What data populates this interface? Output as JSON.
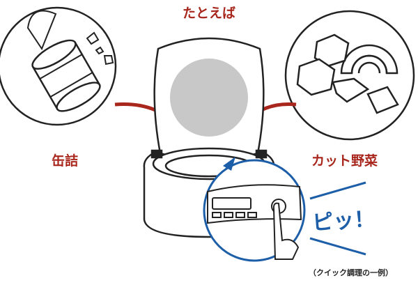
{
  "labels": {
    "example": "たとえば",
    "canned": "缶詰",
    "cut_vegetables": "カット野菜",
    "beep": "ピッ！",
    "caption": "（クイック調理の一例）"
  },
  "colors": {
    "accent_red": "#a8261c",
    "accent_blue": "#1d5ea8",
    "lid_gray": "#c8c8c8"
  }
}
